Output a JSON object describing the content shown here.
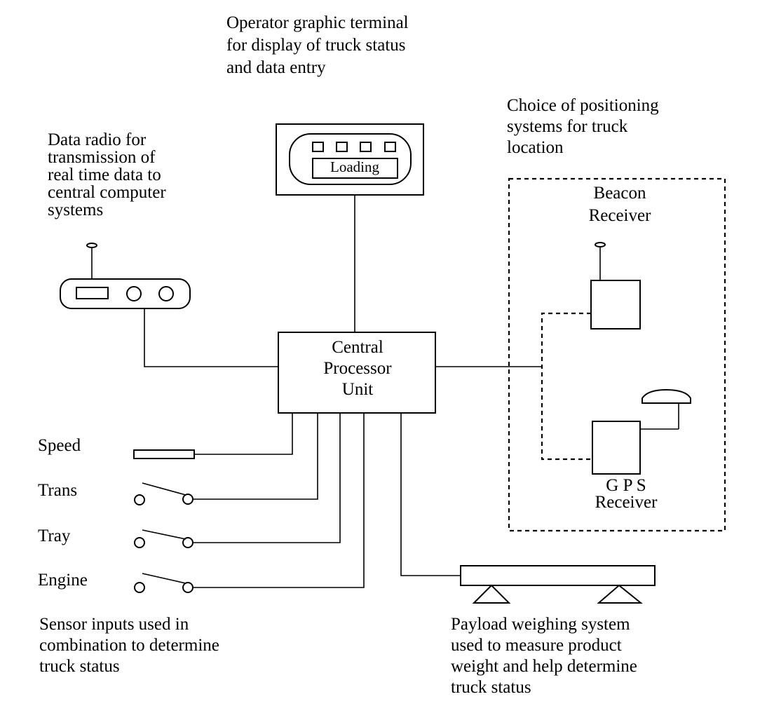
{
  "terminal": {
    "caption": [
      "Operator graphic terminal",
      "for display of truck status",
      "and data entry"
    ],
    "screen_text": "Loading"
  },
  "radio": {
    "caption": [
      "Data radio for",
      "transmission of",
      "real time data to",
      "central computer",
      "systems"
    ]
  },
  "positioning": {
    "caption": [
      "Choice of positioning",
      "systems for truck",
      "location"
    ],
    "beacon_label": [
      "Beacon",
      "Receiver"
    ],
    "gps_label": [
      "G P S",
      "Receiver"
    ]
  },
  "cpu": {
    "label": [
      "Central",
      "Processor",
      "Unit"
    ]
  },
  "sensors": {
    "items": [
      "Speed",
      "Trans",
      "Tray",
      "Engine"
    ],
    "caption": [
      "Sensor inputs used in",
      "combination to determine",
      "truck status"
    ]
  },
  "payload": {
    "caption": [
      "Payload weighing system",
      "used to measure product",
      "weight and help determine",
      "truck status"
    ]
  }
}
